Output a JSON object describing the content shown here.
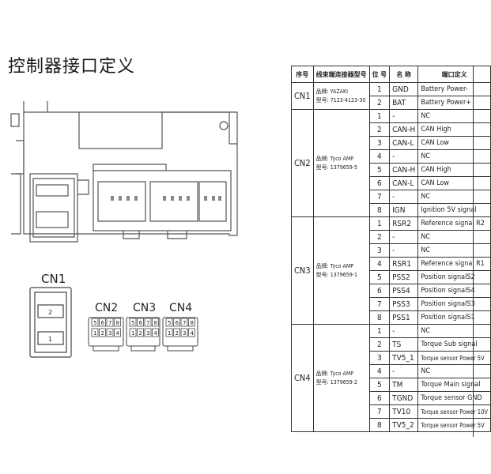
{
  "title": "控制器接口定义",
  "connector_labels": [
    "CN1",
    "CN2",
    "CN3",
    "CN4"
  ],
  "cn1_pins": [
    "2",
    "1"
  ],
  "cn2_pins": {
    "top": [
      "5",
      "6",
      "7",
      "8"
    ],
    "bottom": [
      "1",
      "2",
      "3",
      "4"
    ]
  },
  "table": {
    "headers": [
      "序号",
      "线束端连接器型号",
      "位 号",
      "名 称",
      "端口定义"
    ],
    "groups": [
      {
        "cn": "CN1",
        "connector": [
          "品牌: YAZAKI",
          "型号: 7123-4123-30"
        ],
        "rows": [
          {
            "pin": "1",
            "name": "GND",
            "def": "Battery Power-"
          },
          {
            "pin": "2",
            "name": "BAT",
            "def": "Battery Power+"
          }
        ]
      },
      {
        "cn": "CN2",
        "connector": [
          "品牌: Tyco AMP",
          "型号: 1379659-5"
        ],
        "rows": [
          {
            "pin": "1",
            "name": "-",
            "def": "NC"
          },
          {
            "pin": "2",
            "name": "CAN-H",
            "def": "CAN High"
          },
          {
            "pin": "3",
            "name": "CAN-L",
            "def": "CAN Low"
          },
          {
            "pin": "4",
            "name": "-",
            "def": "NC"
          },
          {
            "pin": "5",
            "name": "CAN-H",
            "def": "CAN High"
          },
          {
            "pin": "6",
            "name": "CAN-L",
            "def": "CAN Low"
          },
          {
            "pin": "7",
            "name": "-",
            "def": "NC"
          },
          {
            "pin": "8",
            "name": "IGN",
            "def": "Ignition 5V signal"
          }
        ]
      },
      {
        "cn": "CN3",
        "connector": [
          "品牌: Tyco AMP",
          "型号: 1379659-1"
        ],
        "rows": [
          {
            "pin": "1",
            "name": "RSR2",
            "def": "Reference signal R2"
          },
          {
            "pin": "2",
            "name": "-",
            "def": "NC"
          },
          {
            "pin": "3",
            "name": "-",
            "def": "NC"
          },
          {
            "pin": "4",
            "name": "RSR1",
            "def": "Reference signal R1"
          },
          {
            "pin": "5",
            "name": "PSS2",
            "def": "Position signalS2"
          },
          {
            "pin": "6",
            "name": "PSS4",
            "def": "Position signalS4"
          },
          {
            "pin": "7",
            "name": "PSS3",
            "def": "Position signalS3"
          },
          {
            "pin": "8",
            "name": "PSS1",
            "def": "Position signalS1"
          }
        ]
      },
      {
        "cn": "CN4",
        "connector": [
          "品牌: Tyco AMP",
          "型号: 1379659-2"
        ],
        "rows": [
          {
            "pin": "1",
            "name": "-",
            "def": "NC"
          },
          {
            "pin": "2",
            "name": "TS",
            "def": "Torque Sub signal"
          },
          {
            "pin": "3",
            "name": "TV5_1",
            "def": "Torque sensor Power 5V"
          },
          {
            "pin": "4",
            "name": "-",
            "def": "NC"
          },
          {
            "pin": "5",
            "name": "TM",
            "def": "Torque Main signal"
          },
          {
            "pin": "6",
            "name": "TGND",
            "def": "Torque sensor GND"
          },
          {
            "pin": "7",
            "name": "TV10",
            "def": "Torque sensor Power 10V"
          },
          {
            "pin": "8",
            "name": "TV5_2",
            "def": "Torque sensor Power 5V"
          }
        ]
      }
    ]
  }
}
